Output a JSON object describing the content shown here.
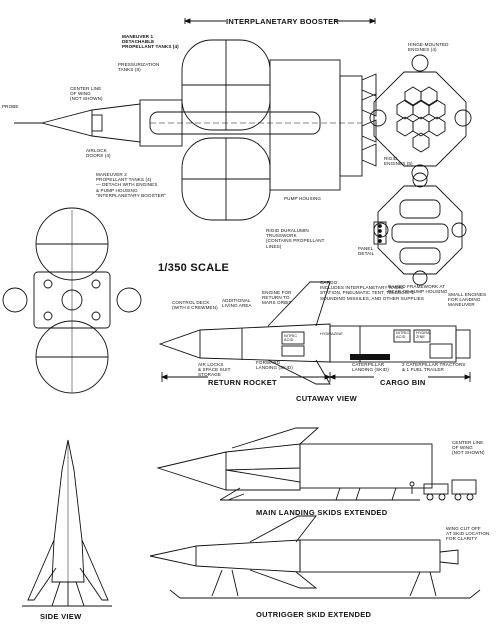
{
  "titles": {
    "interplanetary_booster": "INTERPLANETARY BOOSTER",
    "scale": "1/350 SCALE",
    "cutaway_view": "CUTAWAY VIEW",
    "main_landing": "MAIN LANDING SKIDS EXTENDED",
    "side_view": "SIDE VIEW",
    "outrigger": "OUTRIGGER SKID EXTENDED",
    "return_rocket": "RETURN ROCKET",
    "cargo_bin": "CARGO BIN"
  },
  "labels": {
    "maneuver1": "MANEUVER 1\nDETACHABLE\nPROPELLANT TANKS (4)",
    "pressurization": "PRESSURIZATION\nTANKS (8)",
    "center_line_wing_top": "CENTER LINE\nOF WING\n(NOT SHOWN)",
    "probe": "PROBE",
    "airlock": "AIRLOCK\nDOORS (4)",
    "maneuver2": "MANEUVER 2\nPROPELLANT TANKS (4)\n— DETACH WITH ENGINES\n& PUMP HOUSING\n\"INTERPLANETARY BOOSTER\"",
    "pump_housing": "PUMP HOUSING",
    "hinge_engines": "HINGE-MOUNTED\nENGINES (4)",
    "rigid_engines": "RIGID\nENGINES (5)",
    "rigid_duralumin": "RIGID DURALUMIN\nTRUSSWORK\n(CONTAINS PROPELLANT\nLINES)",
    "panel_detail": "PANEL\nDETAIL",
    "raised_framework": "RAISED FRAMEWORK AT\nREAR OF PUMP HOUSING",
    "control_deck": "CONTROL DECK\n(WITH 6 CREWMEN)",
    "additional_living": "ADDITIONAL\nLIVING AREA",
    "engine_return": "ENGINE FOR\nRETURN TO\nMARS ORBIT",
    "cargo_desc": "CARGO:\nINCLUDES INTERPLANETARY RADIO\nSTATION, PNEUMATIC TENT, TELESCOPE\nSOUNDING MISSILES, AND OTHER SUPPLIES",
    "small_engines": "SMALL ENGINES\nFOR LANDING\nMANEUVER",
    "air_locks": "AIR LOCKS\n& SPACE SUIT\nSTORAGE",
    "forward_landing": "FORWARD\nLANDING (SKID)",
    "caterpillar_landing": "CATERPILLAR\nLANDING (SKID)",
    "tractors": "2 CATERPILLAR TRACTORS\n& 1 FUEL TRAILER",
    "center_line_wing_mid": "CENTER LINE\nOF WING\n(NOT SHOWN)",
    "wing_cut_off": "WING CUT OFF\nAT SKID LOCATION\nFOR CLARITY",
    "nitric_acid_1": "NITRIC\nACID",
    "hydrazine_1": "HYDRAZINE",
    "nitric_acid_2": "NITRIC\nACID",
    "hydrazine_2": "HYDRA-\nZINE"
  },
  "colors": {
    "ink": "#111111",
    "paper": "#ffffff"
  }
}
